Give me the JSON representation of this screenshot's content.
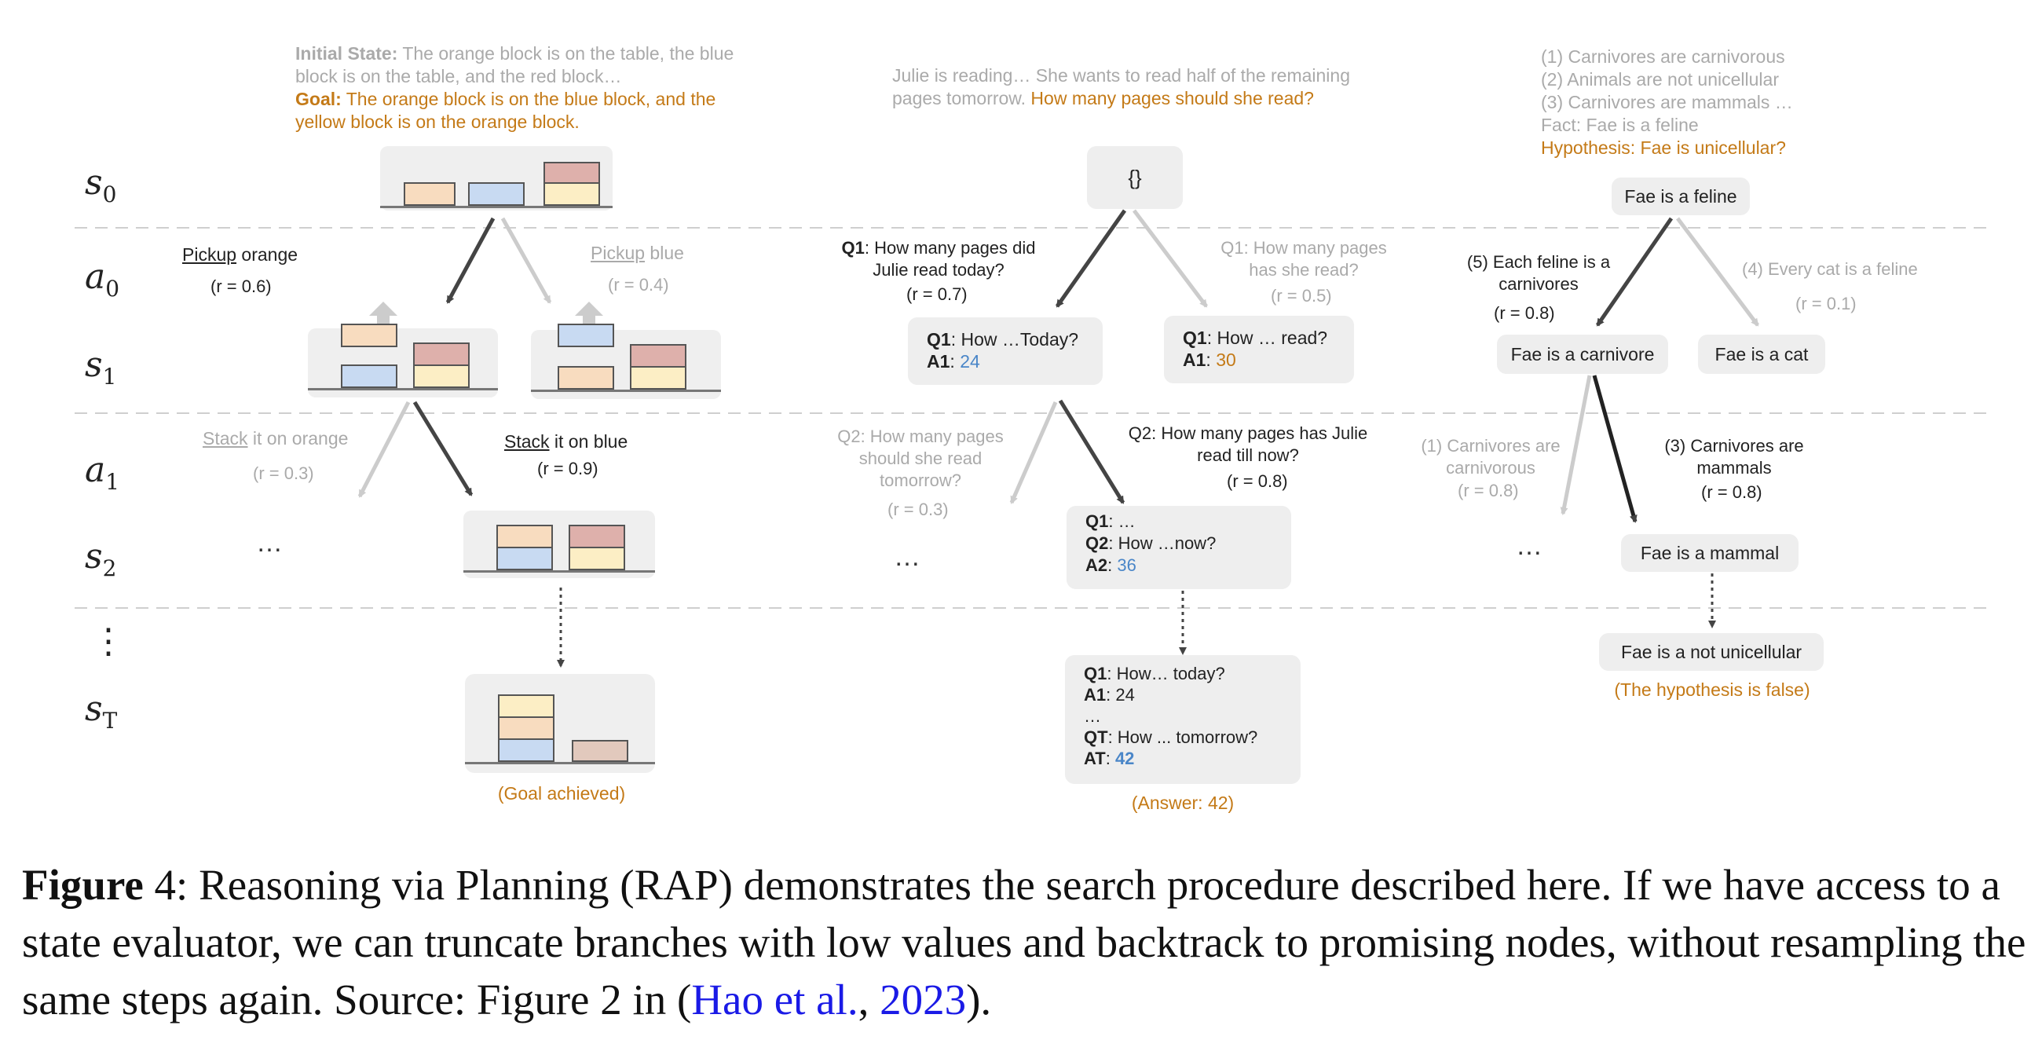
{
  "row_labels": {
    "s0": {
      "var": "s",
      "sub": "0"
    },
    "a0": {
      "var": "a",
      "sub": "0"
    },
    "s1": {
      "var": "s",
      "sub": "1"
    },
    "a1": {
      "var": "a",
      "sub": "1"
    },
    "s2": {
      "var": "s",
      "sub": "2"
    },
    "vdots": "⋮",
    "sT": {
      "var": "s",
      "sub": "T"
    }
  },
  "blocks": {
    "initial_label": "Initial State:",
    "initial_text": " The orange block is on the table, the blue block is on the table, and the red block…",
    "goal_label": "Goal:",
    "goal_text": " The orange block is on the blue block, and the yellow block is on the orange block.",
    "a0_left_action": "Pickup",
    "a0_left_object": " orange",
    "a0_left_r": "(r = 0.6)",
    "a0_right_action": "Pickup",
    "a0_right_object": " blue",
    "a0_right_r": "(r = 0.4)",
    "a1_left_action": "Stack",
    "a1_left_object": " it on orange",
    "a1_left_r": "(r = 0.3)",
    "a1_right_action": "Stack",
    "a1_right_object": " it on blue",
    "a1_right_r": "(r = 0.9)",
    "ellipsis": "…",
    "goal_achieved": "(Goal achieved)"
  },
  "math": {
    "problem_grey": "Julie is reading… She wants to read half of the remaining pages tomorrow.",
    "problem_orange": " How many pages should she read?",
    "root": "{}",
    "a0_left_q_label": "Q1",
    "a0_left_q_text": ": How many pages did Julie read today?",
    "a0_left_r": "(r = 0.7)",
    "a0_right_q": "Q1: How many pages has she read?",
    "a0_right_r": "(r = 0.5)",
    "s1_left_q_label": "Q1",
    "s1_left_q_text": ": How …Today?",
    "s1_left_a_label": "A1",
    "s1_left_a_value": "24",
    "s1_right_q_label": "Q1",
    "s1_right_q_text": ": How … read?",
    "s1_right_a_label": "A1",
    "s1_right_a_value": "30",
    "a1_left_q": "Q2: How many pages should she read tomorrow?",
    "a1_left_r": "(r = 0.3)",
    "a1_right_q": "Q2: How many pages has Julie read till now?",
    "a1_right_r": "(r = 0.8)",
    "s2_q1_label": "Q1",
    "s2_q1_text": ": …",
    "s2_q2_label": "Q2",
    "s2_q2_text": ": How …now?",
    "s2_a2_label": "A2",
    "s2_a2_value": "36",
    "ellipsis": "…",
    "sT_q1_label": "Q1",
    "sT_q1_text": ":  How… today?",
    "sT_a1_label": "A1",
    "sT_a1_text": ": 24",
    "sT_dots": "…",
    "sT_qT_label": "QT",
    "sT_qT_text": ": How ... tomorrow?",
    "sT_aT_label": "AT",
    "sT_aT_value": "42",
    "answer": "(Answer: 42)"
  },
  "logic": {
    "premise_1": "(1) Carnivores are carnivorous",
    "premise_2": "(2) Animals are not unicellular",
    "premise_3": "(3) Carnivores are mammals …",
    "fact": "Fact: Fae is a feline",
    "hypothesis": "Hypothesis: Fae is unicellular?",
    "root": "Fae is a feline",
    "a0_left_text": "(5) Each feline is a carnivores",
    "a0_left_r": "(r = 0.8)",
    "a0_right_text": "(4) Every cat is a feline",
    "a0_right_r": "(r = 0.1)",
    "s1_left": "Fae is a carnivore",
    "s1_right": "Fae is a cat",
    "a1_left_text": "(1) Carnivores are carnivorous",
    "a1_left_r": "(r = 0.8)",
    "a1_right_text": "(3) Carnivores are mammals",
    "a1_right_r": "(r = 0.8)",
    "s2_node": "Fae is a mammal",
    "ellipsis": "…",
    "sT_node": "Fae is a not unicellular",
    "result": "(The hypothesis is false)"
  },
  "caption": {
    "label": "Figure",
    "number": " 4:",
    "text": " Reasoning via Planning (RAP) demonstrates the search procedure described here. If we have access to a state evaluator, we can truncate branches with low values and backtrack to promising nodes, without resampling the same steps again. Source: Figure 2 in (",
    "cite_author": "Hao et al.",
    "cite_sep": ", ",
    "cite_year": "2023",
    "tail": ")."
  },
  "colors": {
    "block_orange": "#f8dcbf",
    "block_blue": "#c8daf2",
    "block_red": "#deb0ab",
    "block_yellow": "#fceec5",
    "block_brown": "#e2c9bd",
    "accent_orange": "#c47a17",
    "answer_blue": "#4a86c8",
    "citation_blue": "#1a1ae6"
  }
}
